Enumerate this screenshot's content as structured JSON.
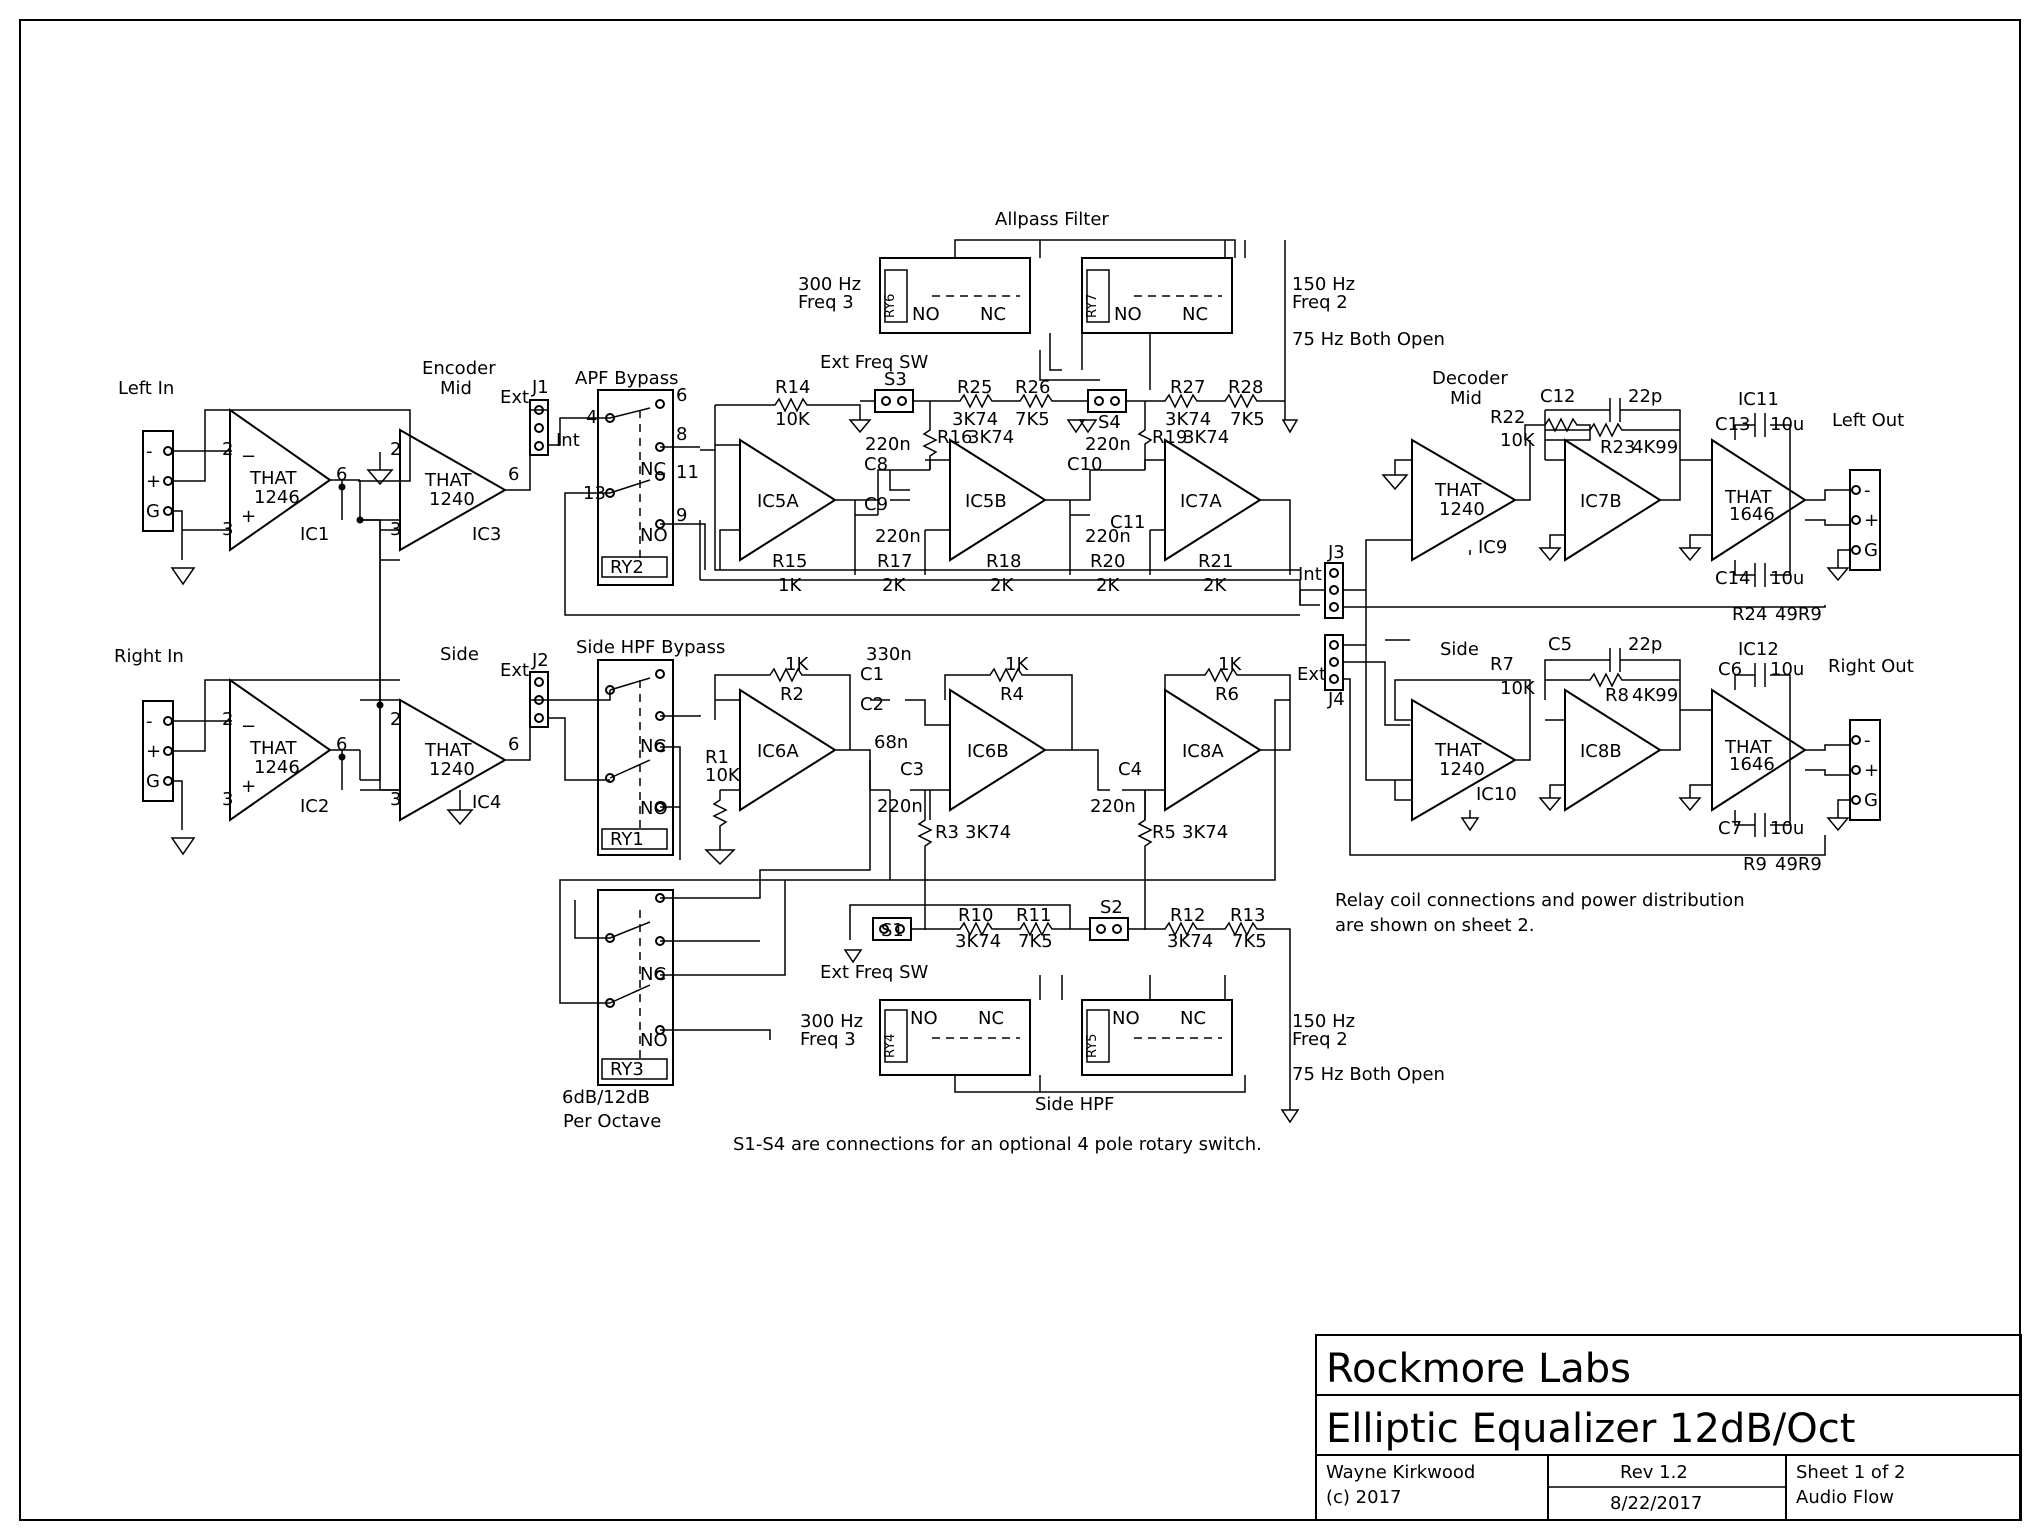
{
  "title_block": {
    "company": "Rockmore Labs",
    "project": "Elliptic Equalizer 12dB/Oct",
    "author": "Wayne Kirkwood",
    "copyright": "(c) 2017",
    "revision": "Rev 1.2",
    "date": "8/22/2017",
    "sheet": "Sheet 1 of 2",
    "sheet_title": "Audio Flow"
  },
  "io": {
    "left_in": "Left In",
    "right_in": "Right In",
    "left_out": "Left Out",
    "right_out": "Right Out",
    "pins": [
      "-",
      "+",
      "G"
    ]
  },
  "sections": {
    "encoder_mid": "Encoder\nMid",
    "side": "Side",
    "apf_bypass": "APF Bypass",
    "side_hpf_bypass": "Side HPF Bypass",
    "allpass_filter": "Allpass Filter",
    "side_hpf": "Side HPF",
    "decoder_mid": "Decoder\nMid",
    "side_decoder": "Side",
    "slope_switch": "6dB/12dB",
    "slope_switch_2": "Per Octave"
  },
  "ics": {
    "ic1": {
      "ref": "IC1",
      "part": "THAT",
      "num": "1246"
    },
    "ic2": {
      "ref": "IC2",
      "part": "THAT",
      "num": "1246"
    },
    "ic3": {
      "ref": "IC3",
      "part": "THAT",
      "num": "1240"
    },
    "ic4": {
      "ref": "IC4",
      "part": "THAT",
      "num": "1240"
    },
    "ic5a": "IC5A",
    "ic5b": "IC5B",
    "ic7a": "IC7A",
    "ic6a": "IC6A",
    "ic6b": "IC6B",
    "ic8a": "IC8A",
    "ic9": {
      "ref": "IC9",
      "part": "THAT",
      "num": "1240"
    },
    "ic10": {
      "ref": "IC10",
      "part": "THAT",
      "num": "1240"
    },
    "ic7b": "IC7B",
    "ic8b": "IC8B",
    "ic11": {
      "ref": "IC11",
      "part": "THAT",
      "num": "1646"
    },
    "ic12": {
      "ref": "IC12",
      "part": "THAT",
      "num": "1646"
    }
  },
  "connectors": {
    "j1": "J1",
    "j2": "J2",
    "j3": "J3",
    "j4": "J4",
    "ext": "Ext",
    "int": "Int"
  },
  "relays": {
    "ry1": "RY1",
    "ry2": "RY2",
    "ry3": "RY3",
    "ry4": "RY4",
    "ry5": "RY5",
    "ry6": "RY6",
    "ry7": "RY7",
    "no": "NO",
    "nc": "NC"
  },
  "switches": {
    "s1": "S1",
    "s2": "S2",
    "s3": "S3",
    "s4": "S4",
    "ext_freq_sw": "Ext Freq SW"
  },
  "freq_labels": {
    "f3": "300 Hz",
    "f3b": "Freq 3",
    "f2": "150 Hz",
    "f2b": "Freq 2",
    "both_open": "75 Hz Both Open"
  },
  "components": {
    "r14": "R14",
    "r14v": "10K",
    "r15": "R15",
    "r15v": "1K",
    "r16": "R16",
    "r16v": "3K74",
    "r17": "R17",
    "r17v": "2K",
    "r18": "R18",
    "r18v": "2K",
    "r19": "R19",
    "r19v": "3K74",
    "r20": "R20",
    "r20v": "2K",
    "r21": "R21",
    "r21v": "2K",
    "r25": "R25",
    "r25v": "3K74",
    "r26": "R26",
    "r26v": "7K5",
    "r27": "R27",
    "r27v": "3K74",
    "r28": "R28",
    "r28v": "7K5",
    "c8": "C8",
    "c9": "C9",
    "c10": "C10",
    "c11": "C11",
    "c220n": "220n",
    "r1": "R1",
    "r1v": "10K",
    "r2": "R2",
    "r2v": "1K",
    "r3": "R3",
    "r3v": "3K74",
    "r4": "R4",
    "r4v": "1K",
    "r5": "R5",
    "r5v": "3K74",
    "r6": "R6",
    "r6v": "1K",
    "r10": "R10",
    "r10v": "3K74",
    "r11": "R11",
    "r11v": "7K5",
    "r12": "R12",
    "r12v": "3K74",
    "r13": "R13",
    "r13v": "7K5",
    "c1": "C1",
    "c1v": "330n",
    "c2": "C2",
    "c2v": "68n",
    "c3": "C3",
    "c4": "C4",
    "r22": "R22",
    "r22v": "10K",
    "r23": "R23",
    "r23v": "4K99",
    "r24": "R24",
    "r24v": "49R9",
    "c12": "C12",
    "c12v": "22p",
    "c13": "C13",
    "c14": "C14",
    "c10u": "10u",
    "r7": "R7",
    "r7v": "10K",
    "r8": "R8",
    "r8v": "4K99",
    "r9": "R9",
    "r9v": "49R9",
    "c5": "C5",
    "c5v": "22p",
    "c6": "C6",
    "c7": "C7"
  },
  "notes": {
    "relay_note_1": "Relay coil connections and power distribution",
    "relay_note_2": "are shown on sheet 2.",
    "switch_note": "S1-S4 are connections for an optional 4 pole rotary switch."
  }
}
